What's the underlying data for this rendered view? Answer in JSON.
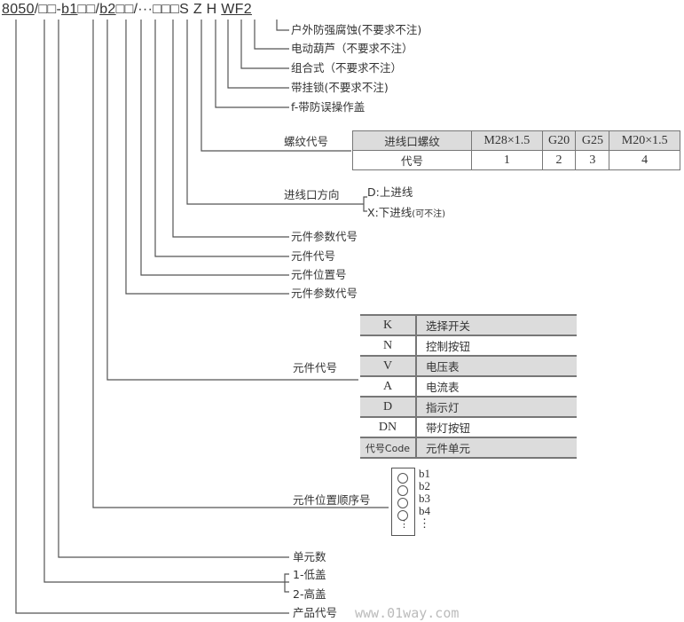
{
  "header": {
    "code": [
      "8050",
      "/",
      "□□",
      "-",
      "b1",
      "□□",
      "/",
      "b2",
      "□□",
      "/···",
      "□□□",
      "S",
      "Z",
      "H",
      "WF2"
    ]
  },
  "labels": {
    "wf2": "户外防强腐蚀(不要求不注)",
    "h": "电动葫芦（不要求不注）",
    "z": "组合式（不要求不注）",
    "s": "带挂锁(不要求不注)",
    "f": "f-带防误操作盖",
    "thread": "螺纹代号",
    "inlet_dir": "进线口方向",
    "dir_d": "D:上进线",
    "dir_x": "X:下进线",
    "dir_x_note": "(可不注)",
    "param2": "元件参数代号",
    "code2": "元件代号",
    "pos2": "元件位置号",
    "param1": "元件参数代号",
    "code1": "元件代号",
    "pos_seq": "元件位置顺序号",
    "units": "单元数",
    "cover1": "1-低盖",
    "cover2": "2-高盖",
    "product": "产品代号"
  },
  "thread_table": {
    "header": [
      "进线口螺纹",
      "M28×1.5",
      "G20",
      "G25",
      "M20×1.5"
    ],
    "row": [
      "代号",
      "1",
      "2",
      "3",
      "4"
    ]
  },
  "element_table": [
    [
      "K",
      "选择开关"
    ],
    [
      "N",
      "控制按钮"
    ],
    [
      "V",
      "电压表"
    ],
    [
      "A",
      "电流表"
    ],
    [
      "D",
      "指示灯"
    ],
    [
      "DN",
      "带灯按钮"
    ],
    [
      "代号Code",
      "元件单元"
    ]
  ],
  "positions": [
    "b1",
    "b2",
    "b3",
    "b4",
    "⋮"
  ],
  "watermark": "www.01way.com"
}
